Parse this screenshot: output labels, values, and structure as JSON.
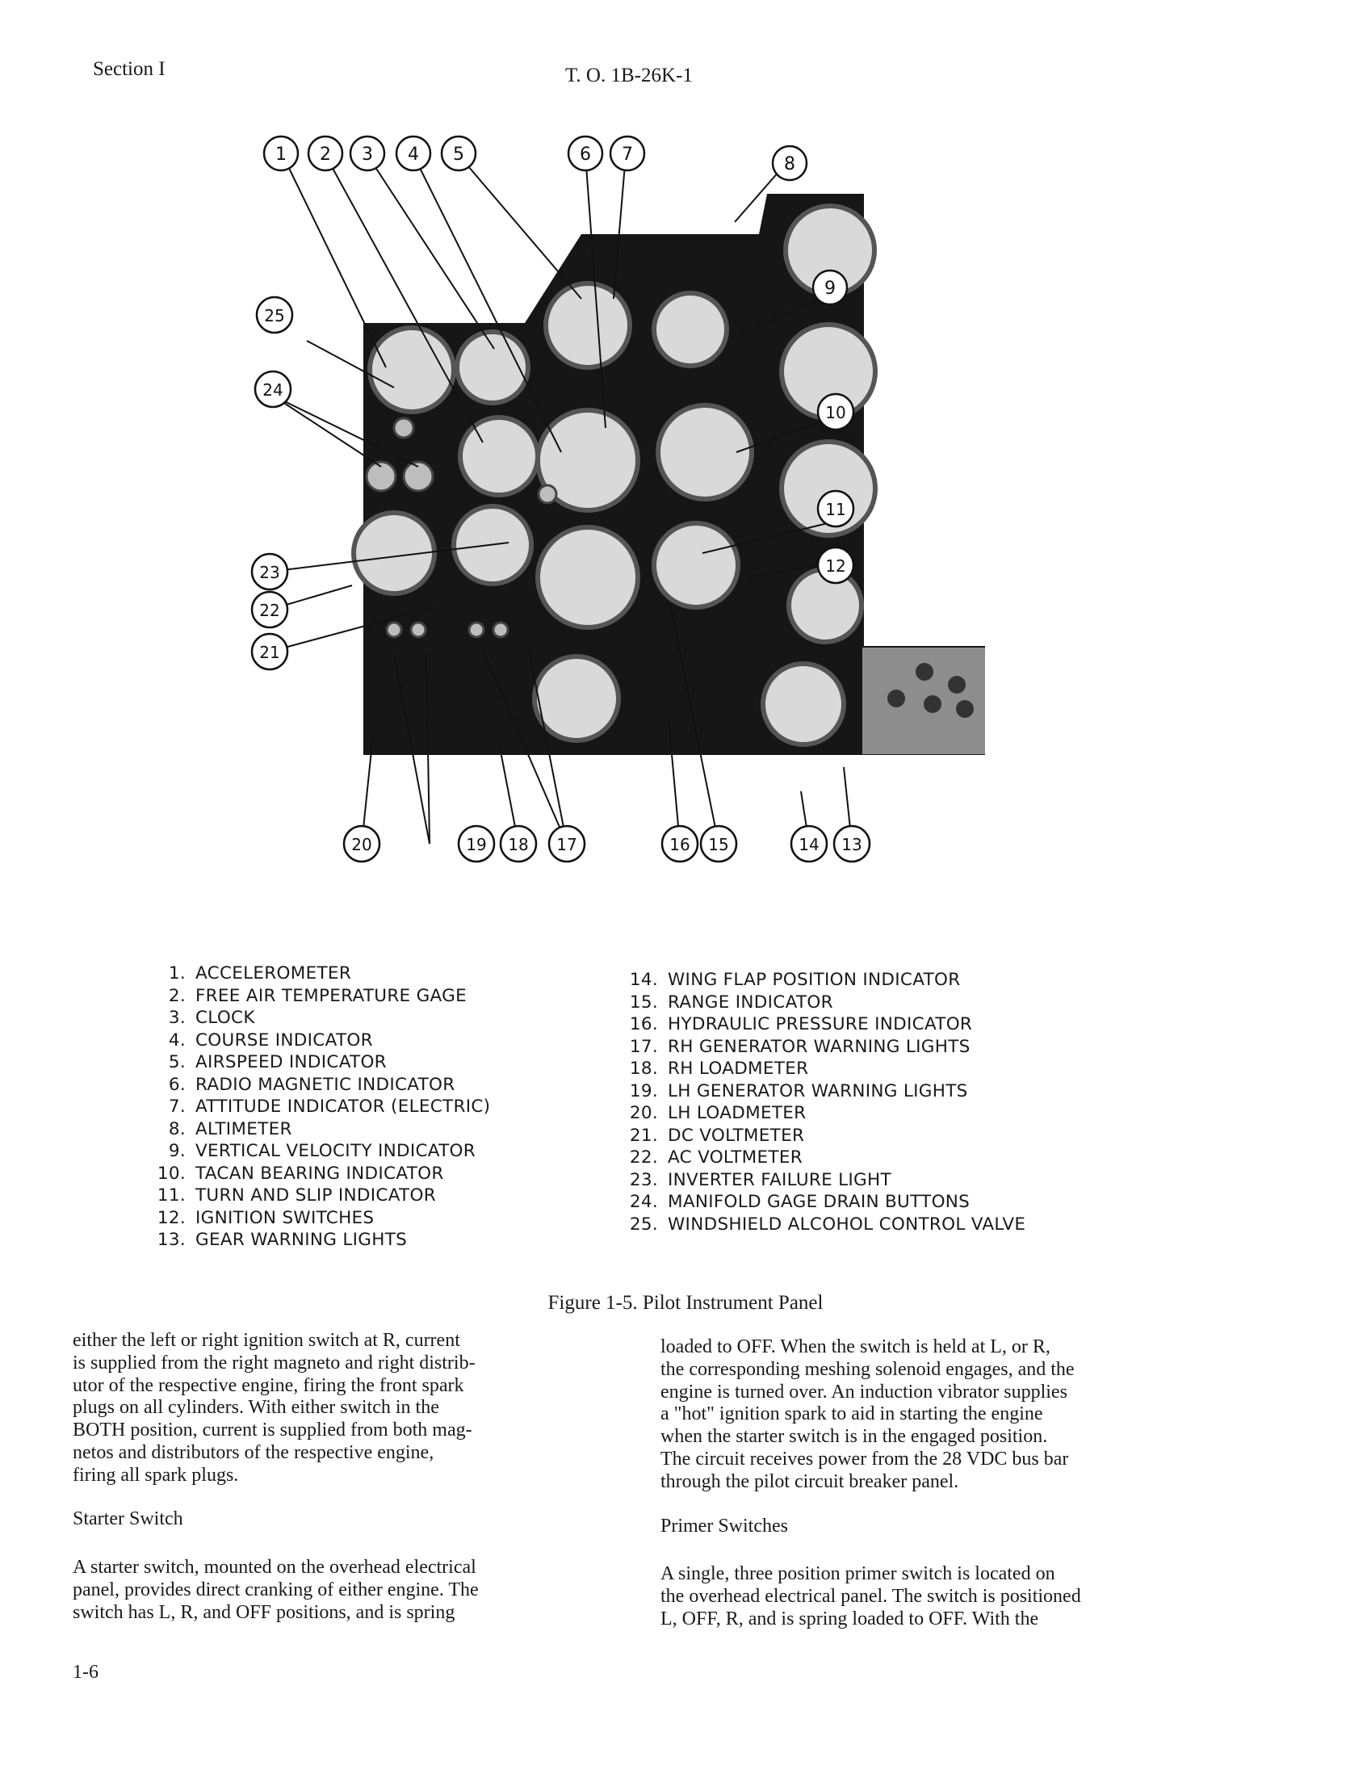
{
  "header": {
    "section": "Section I",
    "doc_id": "T. O. 1B-26K-1"
  },
  "figure": {
    "callouts": [
      "1",
      "2",
      "3",
      "4",
      "5",
      "6",
      "7",
      "8",
      "9",
      "10",
      "11",
      "12",
      "13",
      "14",
      "15",
      "16",
      "17",
      "18",
      "19",
      "20",
      "21",
      "22",
      "23",
      "24",
      "25"
    ],
    "caption": "Figure 1-5.  Pilot Instrument Panel"
  },
  "legend": {
    "left": [
      {
        "num": "1.",
        "label": "ACCELEROMETER"
      },
      {
        "num": "2.",
        "label": "FREE AIR TEMPERATURE GAGE"
      },
      {
        "num": "3.",
        "label": "CLOCK"
      },
      {
        "num": "4.",
        "label": "COURSE INDICATOR"
      },
      {
        "num": "5.",
        "label": "AIRSPEED INDICATOR"
      },
      {
        "num": "6.",
        "label": "RADIO MAGNETIC INDICATOR"
      },
      {
        "num": "7.",
        "label": "ATTITUDE INDICATOR (ELECTRIC)"
      },
      {
        "num": "8.",
        "label": "ALTIMETER"
      },
      {
        "num": "9.",
        "label": "VERTICAL VELOCITY INDICATOR"
      },
      {
        "num": "10.",
        "label": "TACAN BEARING INDICATOR"
      },
      {
        "num": "11.",
        "label": "TURN AND SLIP INDICATOR"
      },
      {
        "num": "12.",
        "label": "IGNITION SWITCHES"
      },
      {
        "num": "13.",
        "label": "GEAR WARNING LIGHTS"
      }
    ],
    "right": [
      {
        "num": "14.",
        "label": "WING FLAP POSITION INDICATOR"
      },
      {
        "num": "15.",
        "label": "RANGE INDICATOR"
      },
      {
        "num": "16.",
        "label": "HYDRAULIC PRESSURE INDICATOR"
      },
      {
        "num": "17.",
        "label": "RH GENERATOR WARNING LIGHTS"
      },
      {
        "num": "18.",
        "label": "RH LOADMETER"
      },
      {
        "num": "19.",
        "label": "LH GENERATOR WARNING LIGHTS"
      },
      {
        "num": "20.",
        "label": "LH LOADMETER"
      },
      {
        "num": "21.",
        "label": "DC VOLTMETER"
      },
      {
        "num": "22.",
        "label": "AC VOLTMETER"
      },
      {
        "num": "23.",
        "label": "INVERTER FAILURE LIGHT"
      },
      {
        "num": "24.",
        "label": "MANIFOLD GAGE DRAIN BUTTONS"
      },
      {
        "num": "25.",
        "label": "WINDSHIELD ALCOHOL CONTROL VALVE"
      }
    ]
  },
  "body": {
    "left_col_lines": [
      "either the left or right ignition switch at R, current",
      "is supplied from the right magneto and right distrib-",
      "utor of the respective engine, firing the front spark",
      "plugs on all cylinders.  With either switch in the",
      "BOTH position, current is supplied from both mag-",
      "netos and distributors of the respective engine,",
      "firing all spark plugs."
    ],
    "starter_heading": "Starter Switch",
    "starter_lines": [
      "A starter switch, mounted on the overhead electrical",
      "panel, provides direct cranking of either engine.  The",
      "switch has L, R, and OFF positions, and is spring"
    ],
    "right_col_lines": [
      "loaded to OFF.  When the switch is held at L, or R,",
      "the corresponding meshing solenoid engages, and the",
      "engine is turned over.  An induction vibrator supplies",
      "a \"hot\" ignition spark to aid in starting the engine",
      "when the starter switch is in the engaged position.",
      "The circuit receives power from the 28 VDC bus bar",
      "through the pilot circuit breaker panel."
    ],
    "primer_heading": "Primer Switches",
    "primer_lines": [
      "A single, three position primer switch is located on",
      "the overhead electrical panel. The switch is positioned",
      "L, OFF, R, and is spring loaded to OFF.  With the"
    ]
  },
  "footer": {
    "page": "1-6"
  }
}
